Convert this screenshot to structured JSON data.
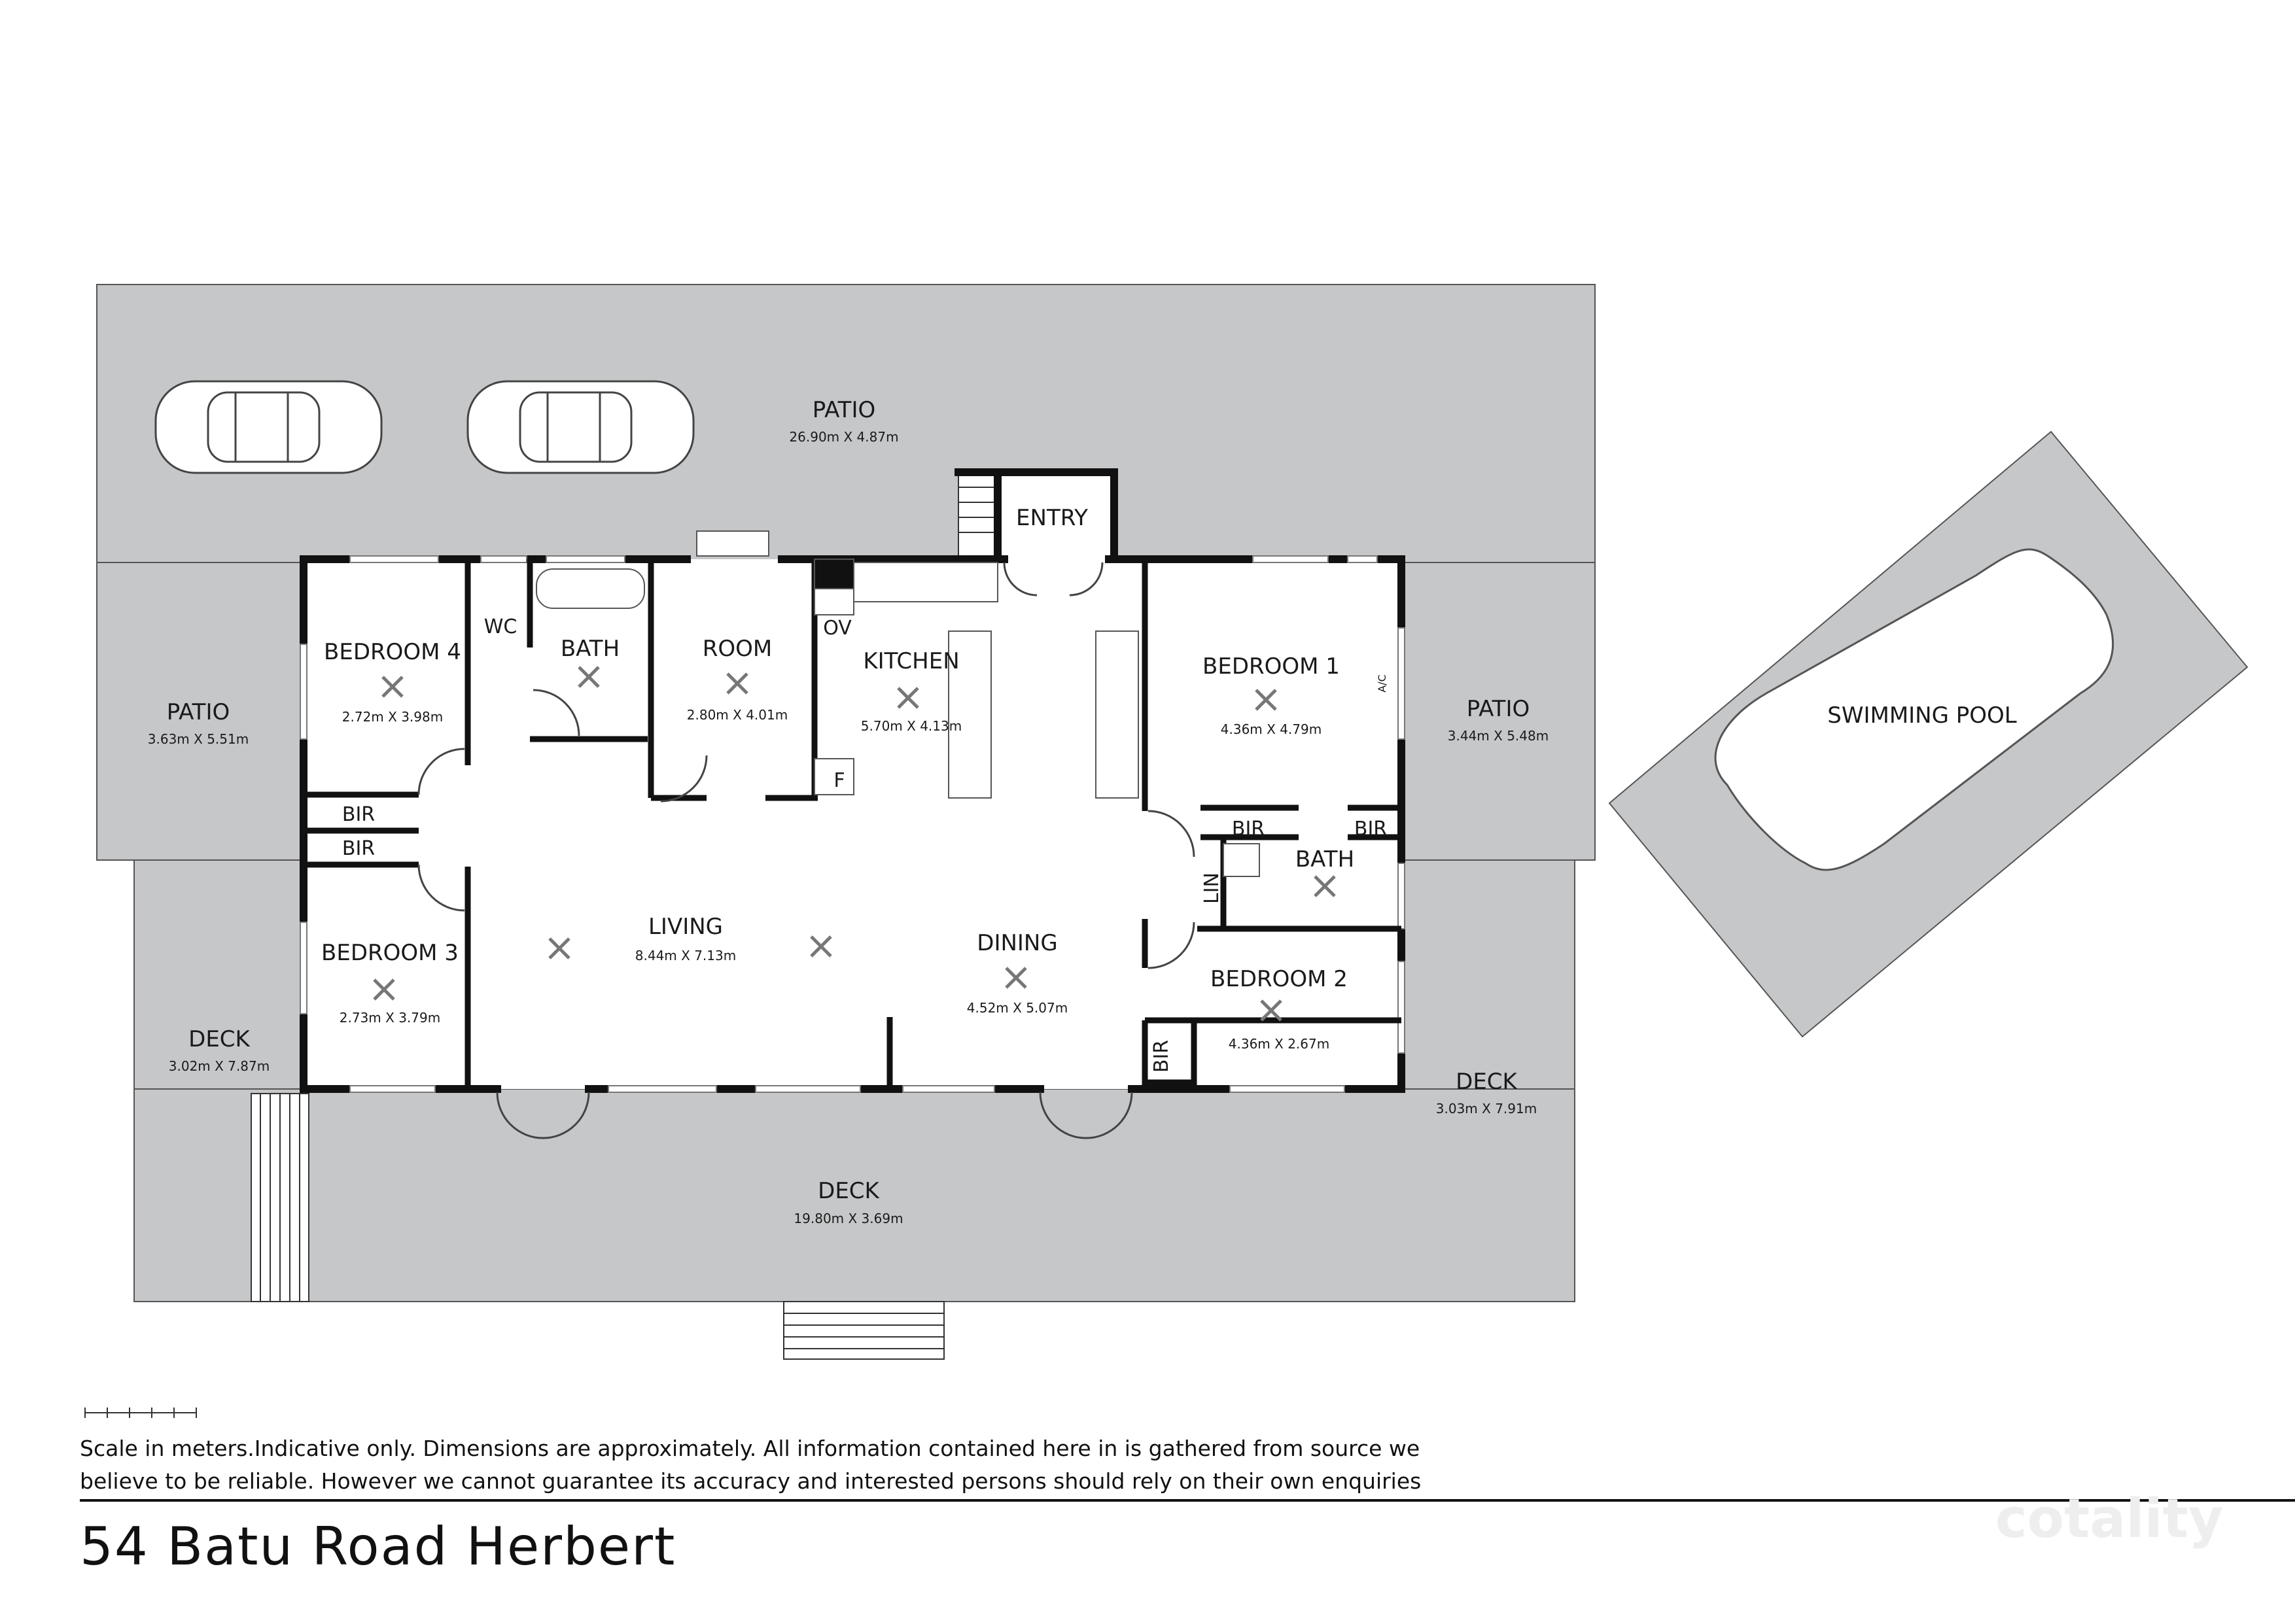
{
  "colors": {
    "outdoor_fill": "#c6c7c9",
    "wall": "#111111",
    "floor": "#ffffff",
    "line": "#555555"
  },
  "rooms": {
    "patio_top": {
      "name": "PATIO",
      "dim": "26.90m X 4.87m"
    },
    "patio_left": {
      "name": "PATIO",
      "dim": "3.63m X 5.51m"
    },
    "patio_right": {
      "name": "PATIO",
      "dim": "3.44m X 5.48m"
    },
    "deck_left": {
      "name": "DECK",
      "dim": "3.02m X 7.87m"
    },
    "deck_right": {
      "name": "DECK",
      "dim": "3.03m X 7.91m"
    },
    "deck_bottom": {
      "name": "DECK",
      "dim": "19.80m X 3.69m"
    },
    "pool": {
      "name": "SWIMMING POOL"
    },
    "entry": {
      "name": "ENTRY"
    },
    "bedroom4": {
      "name": "BEDROOM 4",
      "dim": "2.72m X 3.98m"
    },
    "wc": {
      "name": "WC"
    },
    "bath_main": {
      "name": "BATH"
    },
    "room": {
      "name": "ROOM",
      "dim": "2.80m X 4.01m"
    },
    "kitchen": {
      "name": "KITCHEN",
      "dim": "5.70m X 4.13m"
    },
    "ov": {
      "name": "OV"
    },
    "f": {
      "name": "F"
    },
    "bedroom1": {
      "name": "BEDROOM 1",
      "dim": "4.36m X 4.79m"
    },
    "ac": {
      "name": "A/C"
    },
    "bir_bed4": {
      "name": "BIR"
    },
    "bir_bed3": {
      "name": "BIR"
    },
    "bir_bed1a": {
      "name": "BIR"
    },
    "bir_bed1b": {
      "name": "BIR"
    },
    "bir_bed2": {
      "name": "BIR"
    },
    "lin": {
      "name": "LIN"
    },
    "bath_ensuite": {
      "name": "BATH"
    },
    "bedroom3": {
      "name": "BEDROOM 3",
      "dim": "2.73m X 3.79m"
    },
    "living": {
      "name": "LIVING",
      "dim": "8.44m X 7.13m"
    },
    "dining": {
      "name": "DINING",
      "dim": "4.52m X 5.07m"
    },
    "bedroom2": {
      "name": "BEDROOM 2",
      "dim": "4.36m X 2.67m"
    }
  },
  "footer": {
    "disclaimer_line1": "Scale in meters.Indicative only. Dimensions are approximately. All information contained here in is gathered from source we",
    "disclaimer_line2": "believe to be reliable. However we cannot guarantee its accuracy and interested persons should rely on their own enquiries",
    "address": "54 Batu Road Herbert",
    "brand": "cotality"
  }
}
